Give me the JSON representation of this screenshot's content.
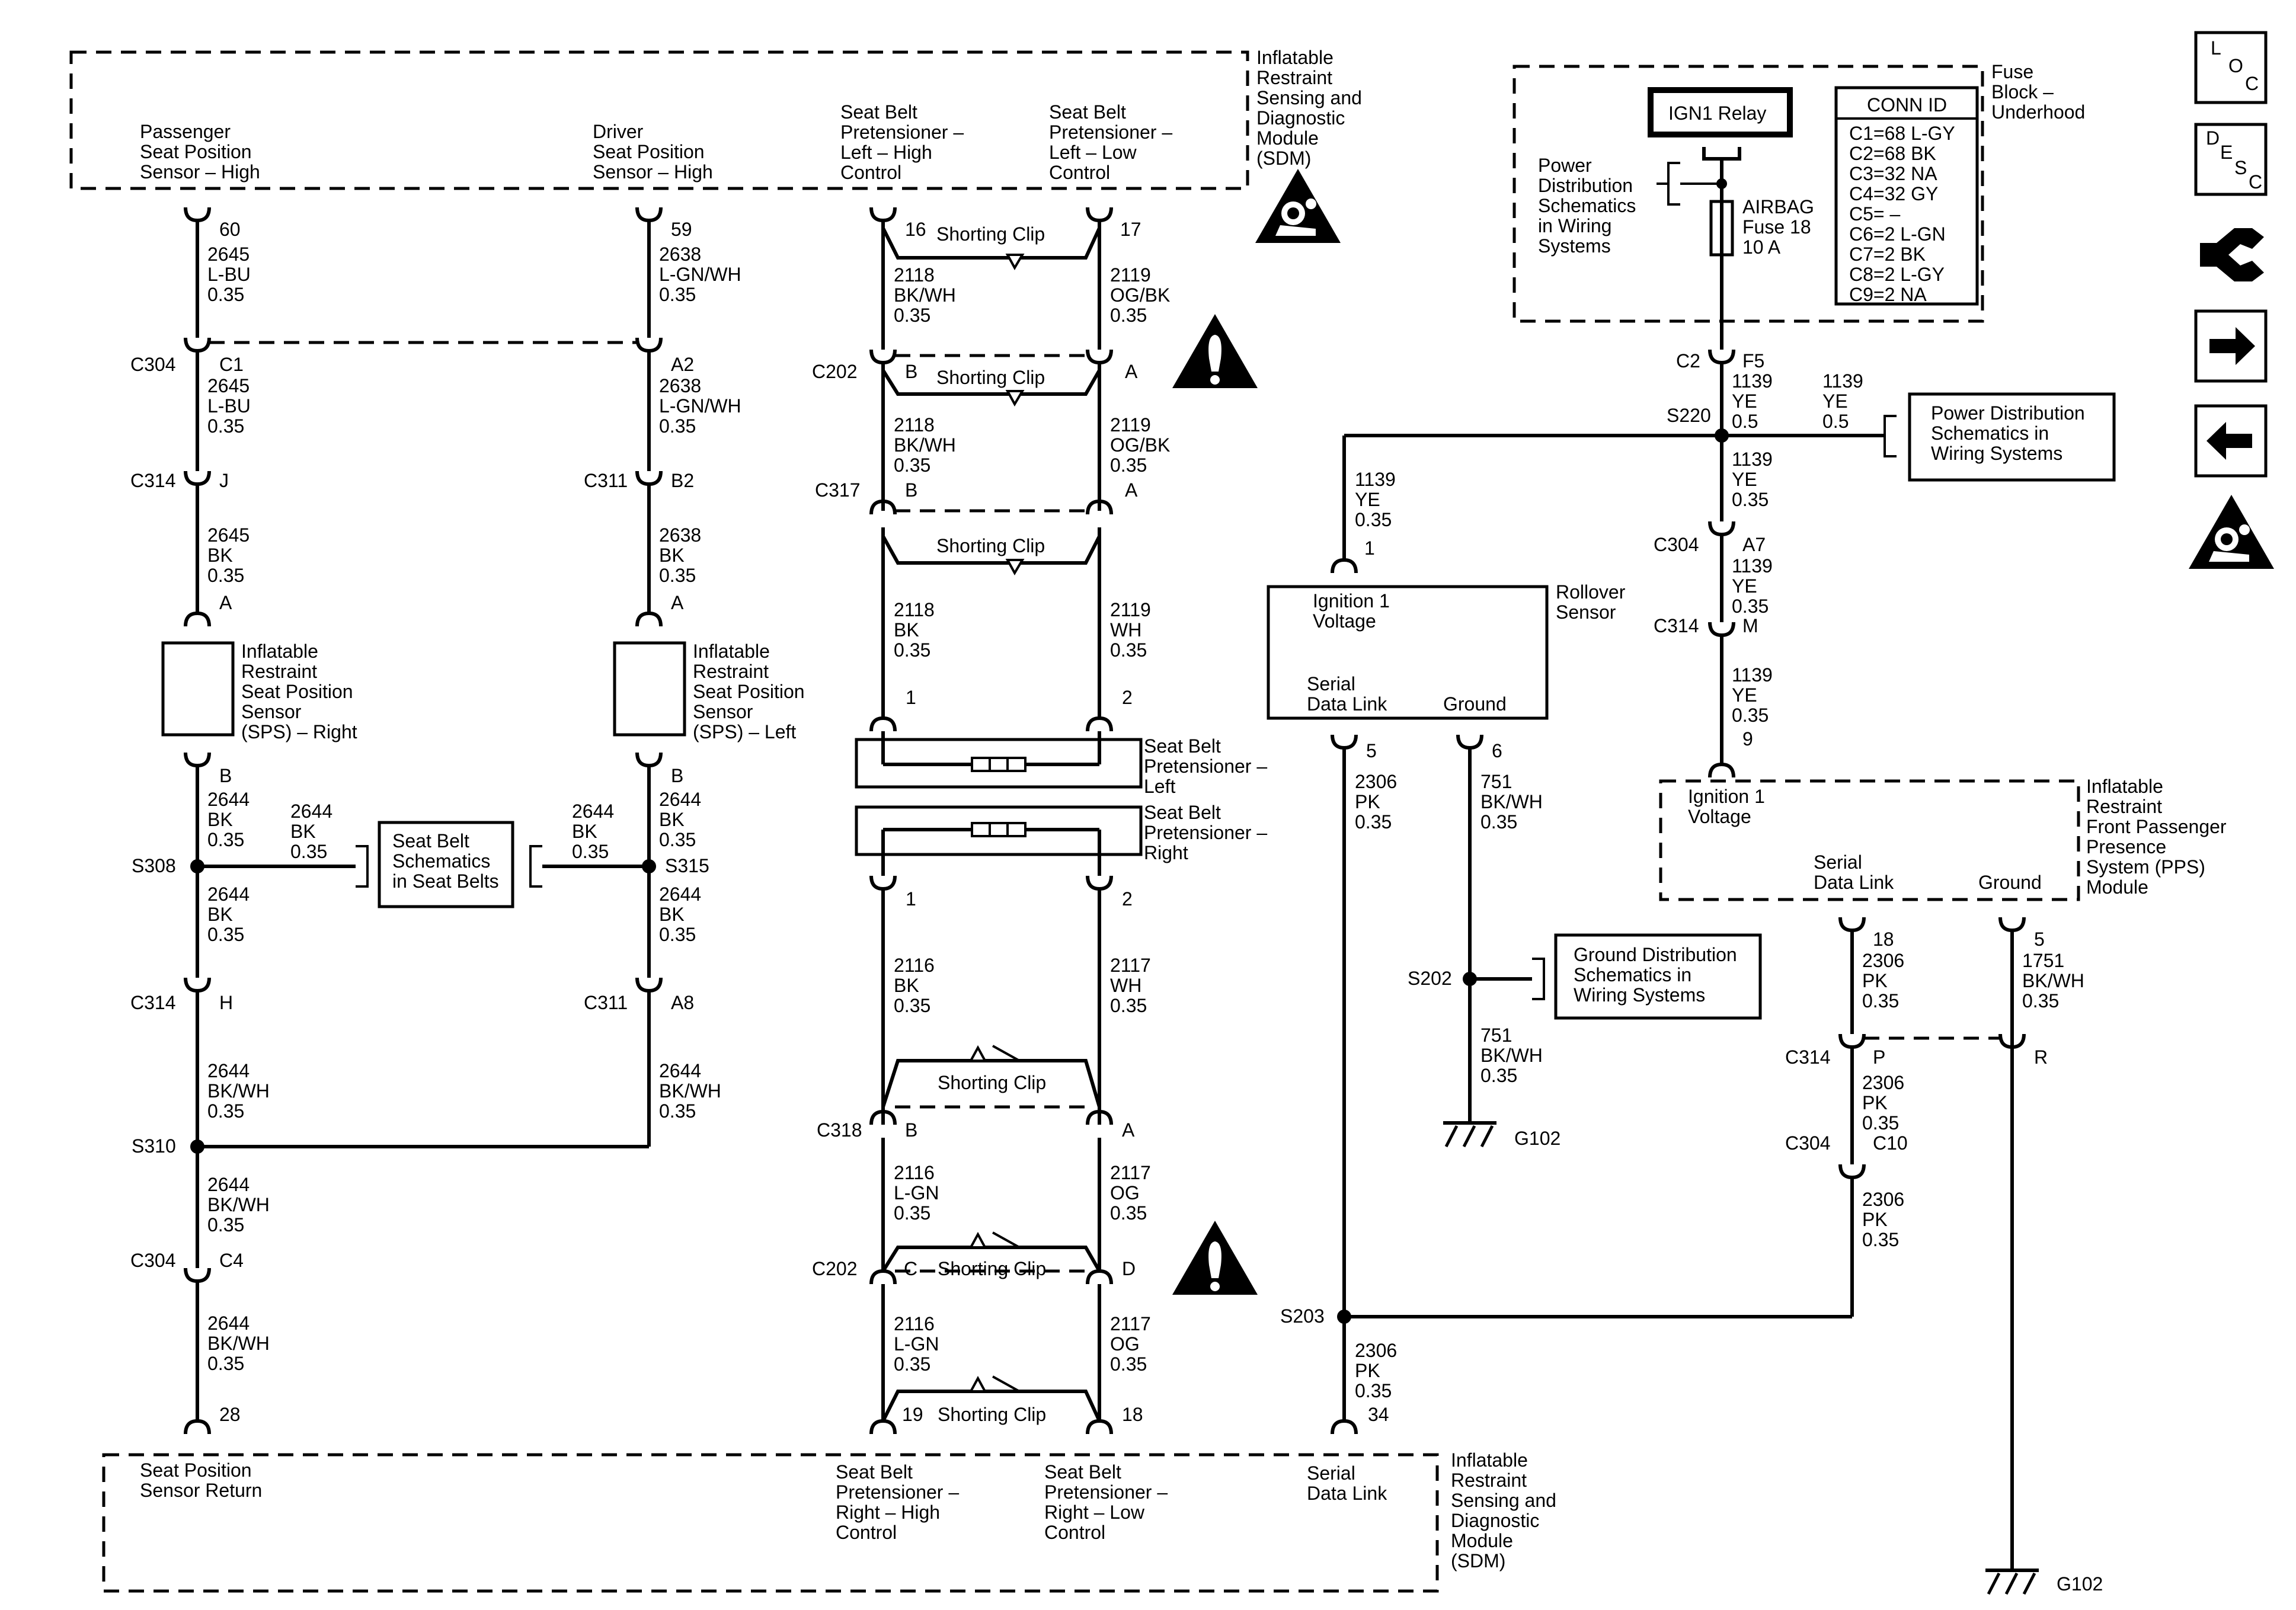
{
  "sdm_top": {
    "module_label": [
      "Inflatable",
      "Restraint",
      "Sensing and",
      "Diagnostic",
      "Module",
      "(SDM)"
    ],
    "terminals": [
      {
        "label": [
          "Passenger",
          "Seat Position",
          "Sensor – High"
        ],
        "pin": "60"
      },
      {
        "label": [
          "Driver",
          "Seat Position",
          "Sensor – High"
        ],
        "pin": "59"
      },
      {
        "label": [
          "Seat Belt",
          "Pretensioner –",
          "Left – High",
          "Control"
        ],
        "pin": "16"
      },
      {
        "label": [
          "Seat Belt",
          "Pretensioner –",
          "Left – Low",
          "Control"
        ],
        "pin": "17"
      }
    ]
  },
  "sdm_bottom": {
    "module_label": [
      "Inflatable",
      "Restraint",
      "Sensing and",
      "Diagnostic",
      "Module",
      "(SDM)"
    ],
    "terminals": [
      {
        "label": [
          "Seat Position",
          "Sensor Return"
        ],
        "pin": "28"
      },
      {
        "label": [
          "Seat Belt",
          "Pretensioner –",
          "Right – High",
          "Control"
        ],
        "pin": "19"
      },
      {
        "label": [
          "Seat Belt",
          "Pretensioner –",
          "Right – Low",
          "Control"
        ],
        "pin": "18"
      },
      {
        "label": [
          "Serial",
          "Data Link"
        ],
        "pin": "34"
      }
    ]
  },
  "col1": {
    "w1": [
      "2645",
      "L-BU",
      "0.35"
    ],
    "c304": "C304",
    "c304_pin": "C1",
    "w2": [
      "2645",
      "L-BU",
      "0.35"
    ],
    "c314": "C314",
    "c314_pin": "J",
    "w3": [
      "2645",
      "BK",
      "0.35"
    ],
    "sps_pin_a": "A",
    "sps_label": [
      "Inflatable",
      "Restraint",
      "Seat Position",
      "Sensor",
      "(SPS) – Right"
    ],
    "sps_pin_b": "B",
    "w4": [
      "2644",
      "BK",
      "0.35"
    ],
    "w4b": [
      "2644",
      "BK",
      "0.35"
    ],
    "splice": "S308",
    "w5": [
      "2644",
      "BK",
      "0.35"
    ],
    "c314b": "C314",
    "c314b_pin": "H",
    "w6": [
      "2644",
      "BK/WH",
      "0.35"
    ],
    "splice2": "S310",
    "w7": [
      "2644",
      "BK/WH",
      "0.35"
    ],
    "c304b": "C304",
    "c304b_pin": "C4",
    "w8": [
      "2644",
      "BK/WH",
      "0.35"
    ]
  },
  "col2": {
    "w1": [
      "2638",
      "L-GN/WH",
      "0.35"
    ],
    "c304_pin": "A2",
    "w2": [
      "2638",
      "L-GN/WH",
      "0.35"
    ],
    "c311": "C311",
    "c311_pin": "B2",
    "w3": [
      "2638",
      "BK",
      "0.35"
    ],
    "sps_pin_a": "A",
    "sps_label": [
      "Inflatable",
      "Restraint",
      "Seat Position",
      "Sensor",
      "(SPS) – Left"
    ],
    "sps_pin_b": "B",
    "w4": [
      "2644",
      "BK",
      "0.35"
    ],
    "w4b": [
      "2644",
      "BK",
      "0.35"
    ],
    "splice": "S315",
    "w5": [
      "2644",
      "BK",
      "0.35"
    ],
    "c311b": "C311",
    "c311b_pin": "A8",
    "w6": [
      "2644",
      "BK/WH",
      "0.35"
    ]
  },
  "seat_belt_ref": [
    "Seat Belt",
    "Schematics",
    "in Seat Belts"
  ],
  "pret": {
    "shorting_clip": "Shorting Clip",
    "l1": [
      "2118",
      "BK/WH",
      "0.35"
    ],
    "r1": [
      "2119",
      "OG/BK",
      "0.35"
    ],
    "c202": "C202",
    "c202_l": "B",
    "c202_r": "A",
    "l2": [
      "2118",
      "BK/WH",
      "0.35"
    ],
    "r2": [
      "2119",
      "OG/BK",
      "0.35"
    ],
    "c317": "C317",
    "c317_l": "B",
    "c317_r": "A",
    "l3": [
      "2118",
      "BK",
      "0.35"
    ],
    "r3": [
      "2119",
      "WH",
      "0.35"
    ],
    "left_pin1": "1",
    "left_pin2": "2",
    "left_label": [
      "Seat Belt",
      "Pretensioner –",
      "Left"
    ],
    "right_label": [
      "Seat Belt",
      "Pretensioner –",
      "Right"
    ],
    "right_pin1": "1",
    "right_pin2": "2",
    "l4": [
      "2116",
      "BK",
      "0.35"
    ],
    "r4": [
      "2117",
      "WH",
      "0.35"
    ],
    "c318": "C318",
    "c318_l": "B",
    "c318_r": "A",
    "l5": [
      "2116",
      "L-GN",
      "0.35"
    ],
    "r5": [
      "2117",
      "OG",
      "0.35"
    ],
    "c202b": "C202",
    "c202b_l": "C",
    "c202b_r": "D",
    "l6": [
      "2116",
      "L-GN",
      "0.35"
    ],
    "r6": [
      "2117",
      "OG",
      "0.35"
    ]
  },
  "rollover": {
    "label": [
      "Rollover",
      "Sensor"
    ],
    "ign": [
      "Ignition 1",
      "Voltage"
    ],
    "serial": [
      "Serial",
      "Data Link"
    ],
    "ground": "Ground",
    "pin_ign": "1",
    "pin_serial": "5",
    "pin_ground": "6",
    "w_ign": [
      "1139",
      "YE",
      "0.35"
    ],
    "w_serial": [
      "2306",
      "PK",
      "0.35"
    ],
    "w_ground": [
      "751",
      "BK/WH",
      "0.35"
    ],
    "splice_ground": "S202",
    "w_ground2": [
      "751",
      "BK/WH",
      "0.35"
    ],
    "gnd": "G102",
    "splice_serial": "S203",
    "w_serial2": [
      "2306",
      "PK",
      "0.35"
    ]
  },
  "ground_ref": [
    "Ground Distribution",
    "Schematics in",
    "Wiring Systems"
  ],
  "fuse_block": {
    "label": [
      "Fuse",
      "Block –",
      "Underhood"
    ],
    "relay": "IGN1 Relay",
    "power_ref": [
      "Power",
      "Distribution",
      "Schematics",
      "in Wiring",
      "Systems"
    ],
    "fuse": [
      "AIRBAG",
      "Fuse 18",
      "10 A"
    ],
    "conn_title": "CONN ID",
    "conn": [
      "C1=68 L-GY",
      "C2=68 BK",
      "C3=32 NA",
      "C4=32 GY",
      "C5= –",
      "C6=2 L-GN",
      "C7=2 BK",
      "C8=2 L-GY",
      "C9=2 NA"
    ]
  },
  "power": {
    "c2": "C2",
    "pin": "F5",
    "w1": [
      "1139",
      "YE",
      "0.5"
    ],
    "w1b": [
      "1139",
      "YE",
      "0.5"
    ],
    "splice": "S220",
    "ref": [
      "Power Distribution",
      "Schematics in",
      "Wiring Systems"
    ],
    "w2": [
      "1139",
      "YE",
      "0.35"
    ],
    "c304": "C304",
    "c304_pin": "A7",
    "w3": [
      "1139",
      "YE",
      "0.35"
    ],
    "c314": "C314",
    "c314_pin": "M",
    "w4": [
      "1139",
      "YE",
      "0.35"
    ],
    "pps_pin": "9"
  },
  "pps": {
    "label": [
      "Inflatable",
      "Restraint",
      "Front Passenger",
      "Presence",
      "System (PPS)",
      "Module"
    ],
    "ign": [
      "Ignition 1",
      "Voltage"
    ],
    "serial": [
      "Serial",
      "Data Link"
    ],
    "ground": "Ground",
    "pin_serial": "18",
    "pin_ground": "5",
    "w_serial": [
      "2306",
      "PK",
      "0.35"
    ],
    "w_ground": [
      "1751",
      "BK/WH",
      "0.35"
    ],
    "c314": "C314",
    "c314_pin": "P",
    "c314_pin_r": "R",
    "w_serial2": [
      "2306",
      "PK",
      "0.35"
    ],
    "c304": "C304",
    "c304_pin": "C10",
    "w_serial3": [
      "2306",
      "PK",
      "0.35"
    ],
    "gnd": "G102"
  },
  "nav": {
    "loc": [
      "L",
      "O",
      "C"
    ],
    "desc": [
      "D",
      "E",
      "S",
      "C"
    ]
  }
}
